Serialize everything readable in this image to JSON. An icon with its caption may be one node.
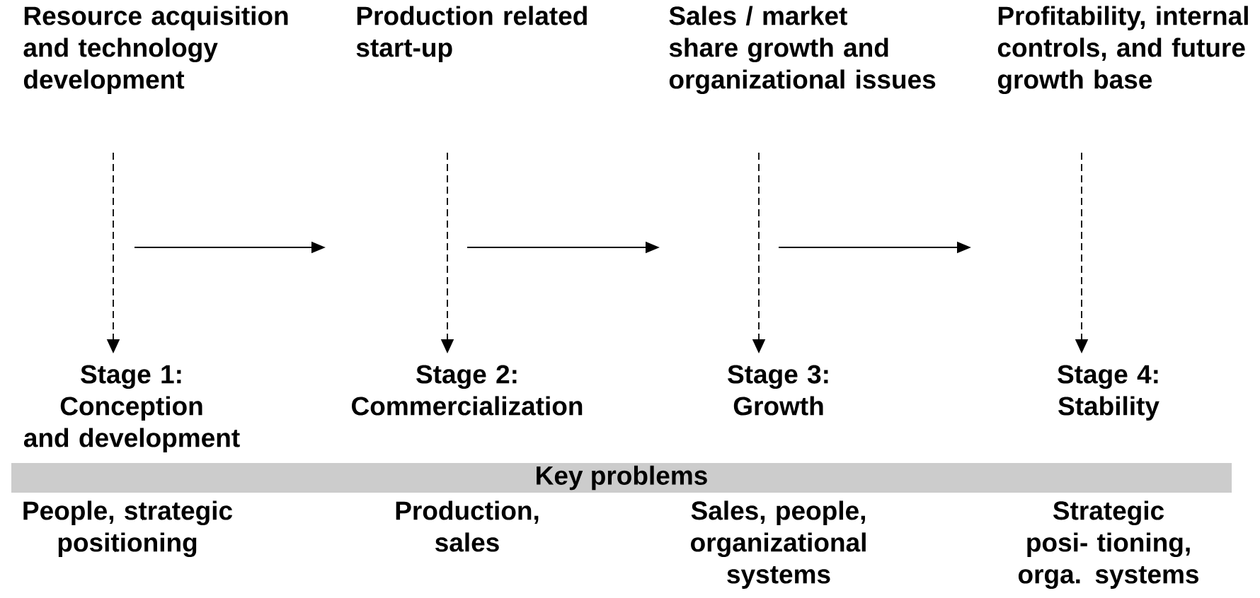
{
  "diagram": {
    "nodes": [
      {
        "text": [
          "Resource  acquisition and technology development"
        ]
      },
      {
        "text": [
          "Production related start-up"
        ]
      },
      {
        "text": [
          "Sales / market share growth and organizational issues"
        ]
      },
      {
        "text": [
          "Profitability, internal controls, and future growth base"
        ]
      },
      {
        "text": [
          "Stage 1: Conception and development"
        ]
      },
      {
        "text": [
          "Stage 2: Commercialization"
        ]
      },
      {
        "text": [
          "Stage 3: Growth"
        ]
      },
      {
        "text": [
          "Stage 4: Stability"
        ]
      },
      {
        "text": [
          "Key problems"
        ]
      }
    ],
    "edges": [
      {
        "from": 0,
        "to": 4,
        "arrow": "to",
        "style": "dashed"
      },
      {
        "from": 1,
        "to": 5,
        "arrow": "to",
        "style": "dashed"
      },
      {
        "from": 2,
        "to": 6,
        "arrow": "to",
        "style": "dashed"
      },
      {
        "from": 3,
        "to": 7,
        "arrow": "to",
        "style": "dashed"
      }
    ],
    "labels": [
      "People,  strategic positioning",
      "Production, sales",
      "Sales, people, organizational systems",
      "Strategic posi- tioning, orga. systems"
    ]
  }
}
